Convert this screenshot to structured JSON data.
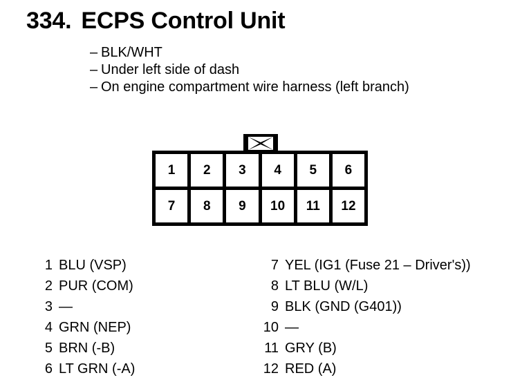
{
  "title": {
    "number": "334.",
    "name": "ECPS Control Unit"
  },
  "notes": {
    "bullet": "–",
    "items": [
      "BLK/WHT",
      "Under left side of dash",
      "On engine compartment wire harness (left branch)"
    ]
  },
  "connector": {
    "latch_icon": "x-latch-icon",
    "rows": [
      [
        "1",
        "2",
        "3",
        "4",
        "5",
        "6"
      ],
      [
        "7",
        "8",
        "9",
        "10",
        "11",
        "12"
      ]
    ]
  },
  "pin_assignments": {
    "left": [
      {
        "pin": "1",
        "label": "BLU (VSP)"
      },
      {
        "pin": "2",
        "label": "PUR (COM)"
      },
      {
        "pin": "3",
        "label": "—"
      },
      {
        "pin": "4",
        "label": "GRN (NEP)"
      },
      {
        "pin": "5",
        "label": "BRN (-B)"
      },
      {
        "pin": "6",
        "label": "LT GRN (-A)"
      }
    ],
    "right": [
      {
        "pin": "7",
        "label": "YEL (IG1 (Fuse 21 – Driver's))"
      },
      {
        "pin": "8",
        "label": "LT BLU (W/L)"
      },
      {
        "pin": "9",
        "label": "BLK (GND (G401))"
      },
      {
        "pin": "10",
        "label": "—"
      },
      {
        "pin": "11",
        "label": "GRY (B)"
      },
      {
        "pin": "12",
        "label": "RED (A)"
      }
    ]
  },
  "colors": {
    "ink": "#000000",
    "paper": "#ffffff"
  }
}
